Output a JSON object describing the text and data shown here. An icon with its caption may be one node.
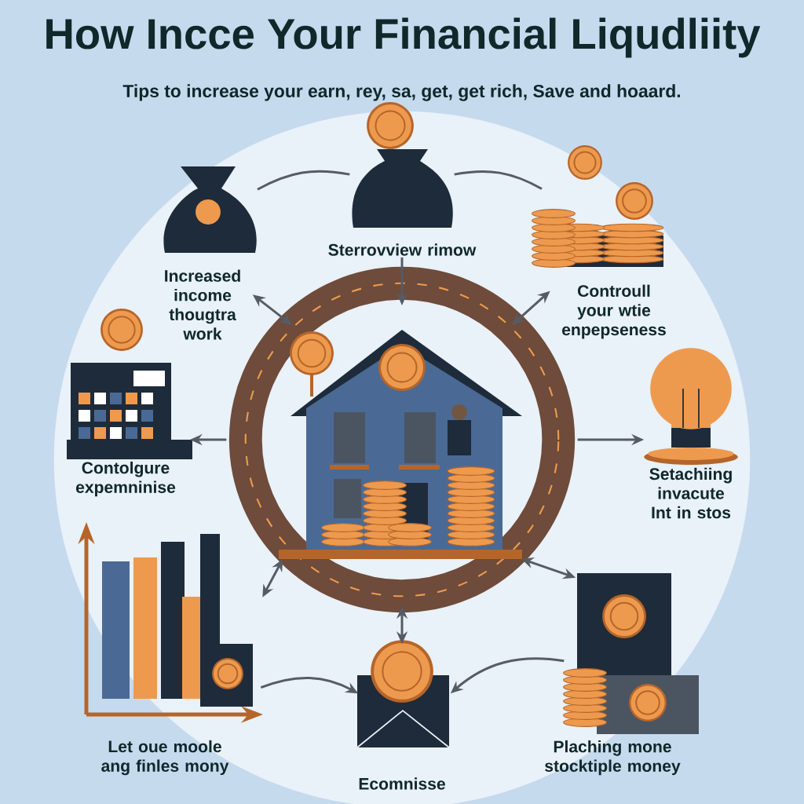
{
  "diagram": {
    "title": "How Incce Your Financial Liqudliity",
    "nodes": [
      {
        "text": [],
        "shape": "picture"
      },
      {
        "text": [
          "Sterrovview rimow"
        ]
      },
      {
        "text": [
          "Increased income thougtra work"
        ]
      },
      {
        "text": [
          "Controull your wtie enpepseness"
        ]
      },
      {
        "text": [
          "Contolgure expemninise"
        ]
      },
      {
        "text": [
          "Setachiing invacute Int in stos"
        ]
      },
      {
        "text": [
          "Let oue moole ang finles mony"
        ]
      },
      {
        "text": [
          "Plaching mone stocktiple money"
        ]
      },
      {
        "text": [
          "Ecomnisse"
        ]
      }
    ],
    "edges": [
      {
        "from": 1,
        "to": 0,
        "arrow": "to"
      },
      {
        "from": 2,
        "to": 0,
        "arrow": "both"
      },
      {
        "from": 3,
        "to": 0,
        "arrow": "both"
      },
      {
        "from": 0,
        "to": 4,
        "arrow": "to"
      },
      {
        "from": 0,
        "to": 5,
        "arrow": "to"
      },
      {
        "from": 6,
        "to": 0,
        "arrow": "both"
      },
      {
        "from": 7,
        "to": 0,
        "arrow": "both"
      },
      {
        "from": 0,
        "to": 8,
        "arrow": "both"
      },
      {
        "from": 6,
        "to": 8,
        "arrow": "to"
      },
      {
        "from": 7,
        "to": 8,
        "arrow": "to"
      },
      {
        "from": 2,
        "to": 1,
        "arrow": "none"
      },
      {
        "from": 1,
        "to": 3,
        "arrow": "none"
      }
    ],
    "labels": [
      "Tips to increase your earn, rey, sa, get, get rich, Save and hoaard."
    ]
  }
}
